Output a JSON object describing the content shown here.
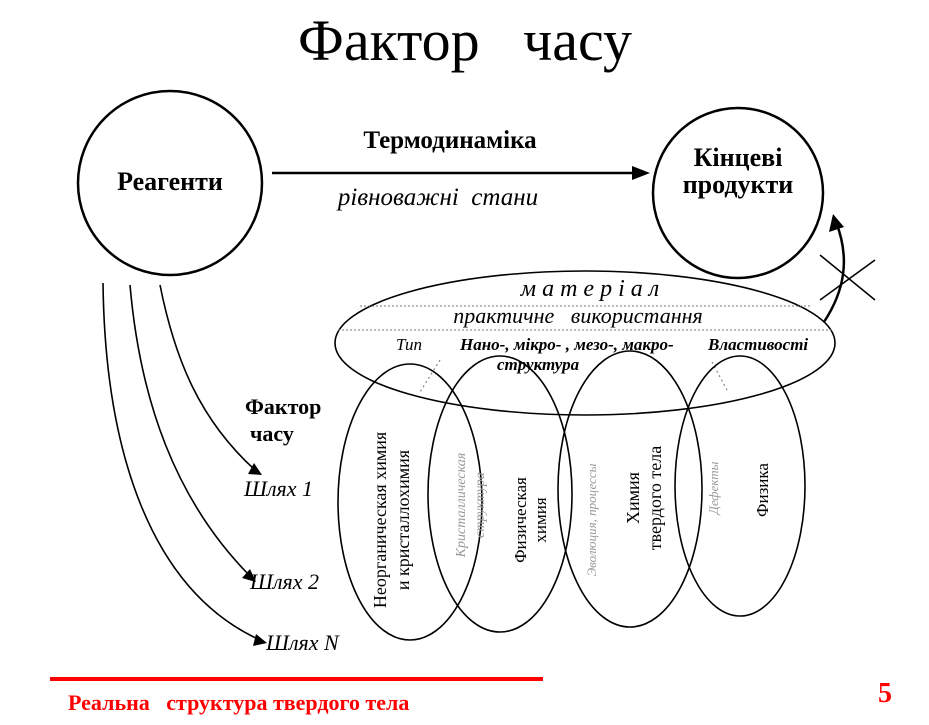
{
  "title": "Фактор   часу",
  "nodes": {
    "reagents": "Реагенти",
    "final_line1": "Кінцеві",
    "final_line2": "продукти"
  },
  "arrow": {
    "top_label": "Термодинаміка",
    "bottom_label": "рівноважні  стани"
  },
  "material_ellipse": {
    "line1": "м а т е р і а л",
    "line2": "практичне   використання",
    "type_label": "Тип",
    "scale_label": "Нано-, мікро- , мезо-, макро-",
    "structure_label": "структура",
    "properties_label": "Властивості"
  },
  "time_factor": {
    "line1": "Фактор",
    "line2": "часу"
  },
  "paths": [
    "Шлях 1",
    "Шлях 2",
    "Шлях N"
  ],
  "fields": {
    "inorganic_line1": "Неорганическая химия",
    "inorganic_line2": "и кристаллохимия",
    "crystal_line1": "Кристаллическая",
    "crystal_line2": "структура",
    "physchem_line1": "Физическая",
    "physchem_line2": "химия",
    "evolution": "Эволюция, процессы",
    "solid_line1": "Химия",
    "solid_line2": "твердого тела",
    "defects": "Дефекты",
    "physics": "Физика"
  },
  "footer": {
    "caption": "Реальна   структура твердого тела",
    "page_number": "5"
  },
  "colors": {
    "accent": "#ff0000",
    "ink": "#000000",
    "faint": "#999999"
  }
}
